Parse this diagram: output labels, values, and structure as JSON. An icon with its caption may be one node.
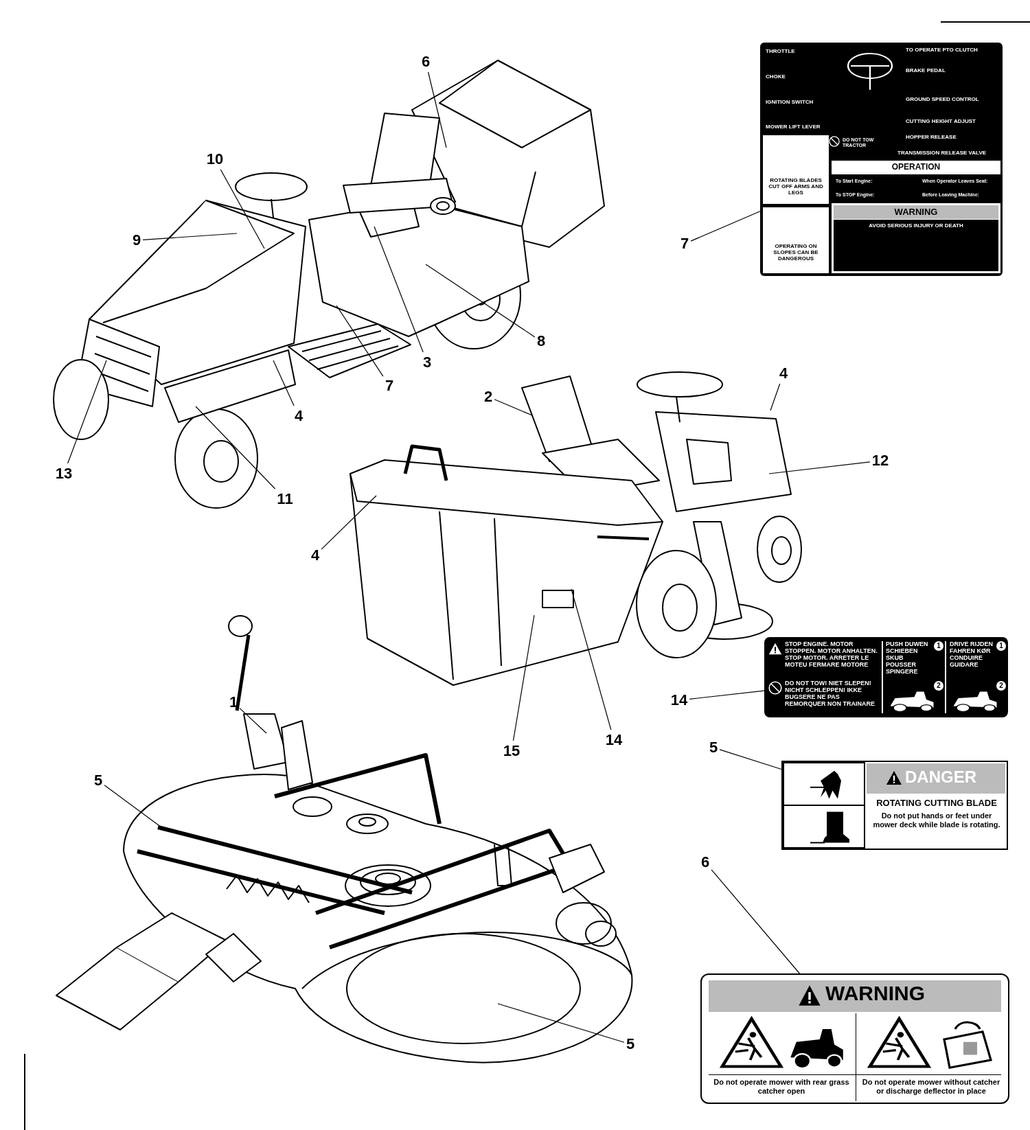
{
  "diagram": {
    "nodes": [
      {
        "text": [
          "6"
        ]
      },
      {
        "text": [
          "10"
        ]
      },
      {
        "text": [
          "9"
        ]
      },
      {
        "text": [
          "7"
        ]
      },
      {
        "text": [
          "THROTTLE",
          "CHOKE",
          "IGNITION SWITCH",
          "MOWER LIFT LEVER",
          "TO OPERATE PTO CLUTCH",
          "BRAKE PEDAL",
          "GROUND SPEED CONTROL",
          "CUTTING HEIGHT ADJUST",
          "HOPPER RELEASE",
          "TRANSMISSION RELEASE VALVE",
          "DO NOT TOW TRACTOR",
          "ROTATING BLADES CUT OFF ARMS AND LEGS",
          "OPERATING ON SLOPES CAN BE DANGEROUS",
          "OPERATION",
          "To Start Engine:",
          "When Operator Leaves Seat:",
          "To STOP Engine:",
          "Before Leaving Machine:",
          "WARNING",
          "AVOID SERIOUS INJURY OR DEATH"
        ]
      },
      {
        "text": [
          "8"
        ]
      },
      {
        "text": [
          "3"
        ]
      },
      {
        "text": [
          "7"
        ]
      },
      {
        "text": [
          "4"
        ]
      },
      {
        "text": [
          "13"
        ]
      },
      {
        "text": [
          "11"
        ]
      },
      {
        "text": [
          "2"
        ]
      },
      {
        "text": [
          "4"
        ]
      },
      {
        "text": [
          "12"
        ]
      },
      {
        "text": [
          "4"
        ]
      },
      {
        "text": [
          "14"
        ]
      },
      {
        "text": [
          "STOP ENGINE. MOTOR STOPPEN. MOTOR ANHALTEN. STOP MOTOR. ARRETER LE MOTEU FERMARE MOTORE",
          "DO NOT TOW! NIET SLEPEN! NICHT SCHLEPPEN! IKKE BUGSERE NE PAS REMORQUER NON TRAINARE",
          "PUSH DUWEN SCHIEBEN SKUB POUSSER SPINGERE",
          "1",
          "2",
          "DRIVE RIJDEN FAHREN KØR CONDUIRE GUIDARE",
          "1",
          "2"
        ]
      },
      {
        "text": [
          "14"
        ]
      },
      {
        "text": [
          "15"
        ]
      },
      {
        "text": [
          "1"
        ]
      },
      {
        "text": [
          "5"
        ]
      },
      {
        "text": [
          "5"
        ]
      },
      {
        "text": [
          "DANGER",
          "ROTATING CUTTING BLADE",
          "Do not put hands or feet under mower deck while blade is rotating."
        ]
      },
      {
        "text": [
          "6"
        ]
      },
      {
        "text": [
          "WARNING",
          "Do not operate mower with rear grass catcher open",
          "Do not operate mower without catcher or discharge deflector in place"
        ]
      },
      {
        "text": [
          "5"
        ]
      }
    ],
    "edges": [
      {
        "from": 0,
        "to": null,
        "arrow": "none"
      },
      {
        "from": 1,
        "to": null,
        "arrow": "none"
      },
      {
        "from": 2,
        "to": null,
        "arrow": "none"
      },
      {
        "from": 3,
        "to": 4,
        "arrow": "none"
      },
      {
        "from": 5,
        "to": null,
        "arrow": "none"
      },
      {
        "from": 6,
        "to": null,
        "arrow": "none"
      },
      {
        "from": 7,
        "to": null,
        "arrow": "none"
      },
      {
        "from": 8,
        "to": null,
        "arrow": "none"
      },
      {
        "from": 9,
        "to": null,
        "arrow": "none"
      },
      {
        "from": 10,
        "to": null,
        "arrow": "none"
      },
      {
        "from": 11,
        "to": null,
        "arrow": "none"
      },
      {
        "from": 12,
        "to": null,
        "arrow": "none"
      },
      {
        "from": 13,
        "to": null,
        "arrow": "none"
      },
      {
        "from": 14,
        "to": null,
        "arrow": "none"
      },
      {
        "from": 15,
        "to": 16,
        "arrow": "none"
      },
      {
        "from": 17,
        "to": null,
        "arrow": "none"
      },
      {
        "from": 18,
        "to": null,
        "arrow": "none"
      },
      {
        "from": 19,
        "to": null,
        "arrow": "none"
      },
      {
        "from": 20,
        "to": null,
        "arrow": "none"
      },
      {
        "from": 21,
        "to": 22,
        "arrow": "none"
      },
      {
        "from": 23,
        "to": 24,
        "arrow": "none"
      },
      {
        "from": 25,
        "to": null,
        "arrow": "none"
      }
    ]
  }
}
